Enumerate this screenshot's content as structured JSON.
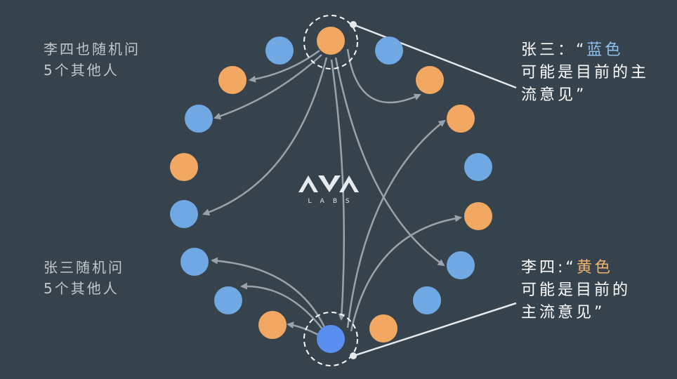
{
  "colors": {
    "background": "#37434c",
    "blue_node": "#6fa8e2",
    "orange_node": "#f2a862",
    "highlight_blue_node": "#5a8ff0",
    "arrow": "#9aa3aa",
    "callout": "#e6e9eb"
  },
  "logo": {
    "icon": "ava-logo-icon",
    "sub": "LABS"
  },
  "notes": {
    "lisi_line1": "李四也随机问",
    "lisi_line2": "5个其他人",
    "zhangsan_line1": "张三随机问",
    "zhangsan_line2": "5个其他人"
  },
  "quotes": {
    "zhangsan": {
      "speaker": "张三：",
      "open": "“",
      "color_word": "蓝色",
      "line2": "可能是目前的主",
      "line3": "流意见”"
    },
    "lisi": {
      "speaker": "李四:",
      "open": "“",
      "color_word": "黄色",
      "line2": "可能是目前的",
      "line3": "主流意见”"
    }
  },
  "nodes": [
    {
      "name": "top-center",
      "color": "orange"
    },
    {
      "name": "top-left",
      "color": "blue"
    },
    {
      "name": "top-right",
      "color": "blue"
    },
    {
      "name": "left-1",
      "color": "orange"
    },
    {
      "name": "right-1",
      "color": "orange"
    },
    {
      "name": "left-2",
      "color": "blue"
    },
    {
      "name": "right-2",
      "color": "orange"
    },
    {
      "name": "left-3",
      "color": "orange"
    },
    {
      "name": "right-3",
      "color": "blue"
    },
    {
      "name": "left-4",
      "color": "blue"
    },
    {
      "name": "right-4",
      "color": "orange"
    },
    {
      "name": "left-5",
      "color": "blue"
    },
    {
      "name": "right-5",
      "color": "blue"
    },
    {
      "name": "left-6",
      "color": "blue"
    },
    {
      "name": "right-6",
      "color": "blue"
    },
    {
      "name": "bottom-left",
      "color": "orange"
    },
    {
      "name": "bottom-right",
      "color": "orange"
    },
    {
      "name": "bottom-center",
      "color": "highlight_blue"
    }
  ]
}
